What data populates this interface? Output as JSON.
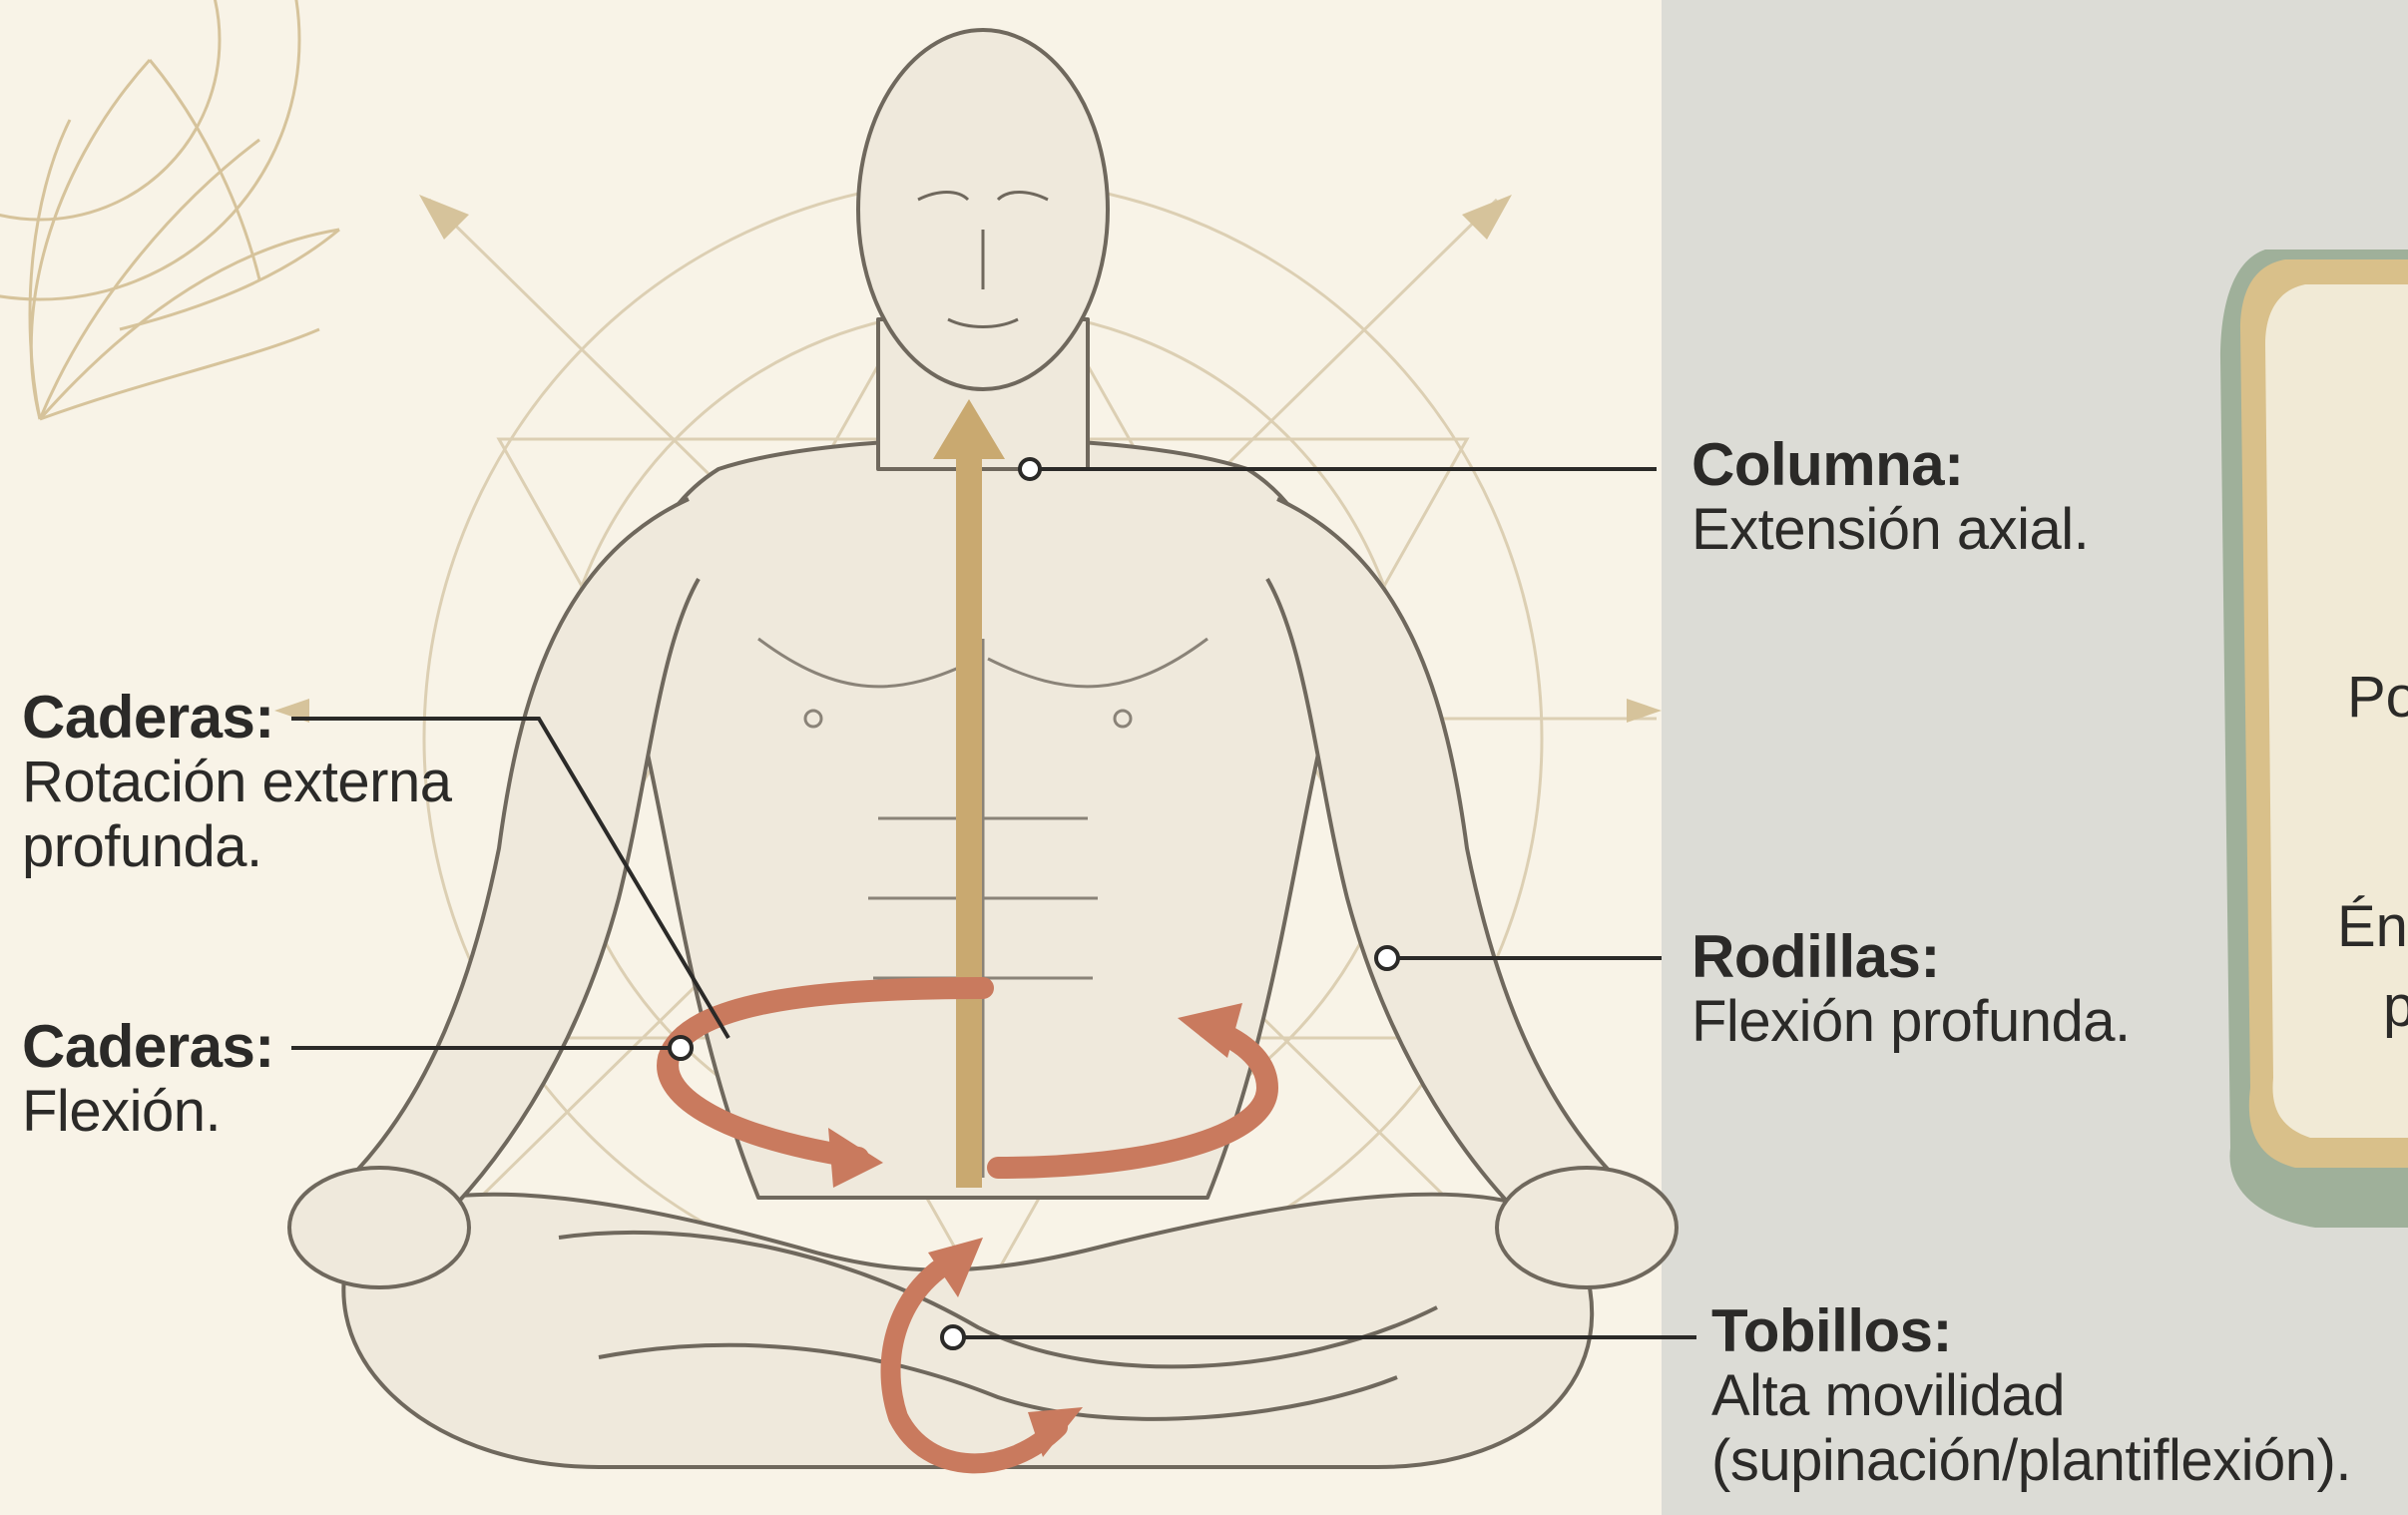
{
  "labels": {
    "columna": {
      "title": "Columna:",
      "text": "Extensión axial."
    },
    "caderas_rotacion": {
      "title": "Caderas:",
      "text_line1": "Rotación externa",
      "text_line2": "profunda."
    },
    "caderas_flexion": {
      "title": "Caderas:",
      "text": "Flexión."
    },
    "rodillas": {
      "title": "Rodillas:",
      "text": "Flexión profunda."
    },
    "tobillos": {
      "title": "Tobillos:",
      "text_line1": "Alta movilidad",
      "text_line2": "(supinación/plantiflexión)."
    }
  },
  "card": {
    "fragment1": "Po",
    "fragment2": "Ént",
    "fragment3": "p"
  },
  "colors": {
    "background": "#f8f3e7",
    "right_panel": "#dcdcd6",
    "spine_arrow": "#c9a970",
    "rotation_arrow": "#c97a5e",
    "line": "#2b2a28",
    "sketch": "#8a8378",
    "guide": "#d8c9a8"
  }
}
